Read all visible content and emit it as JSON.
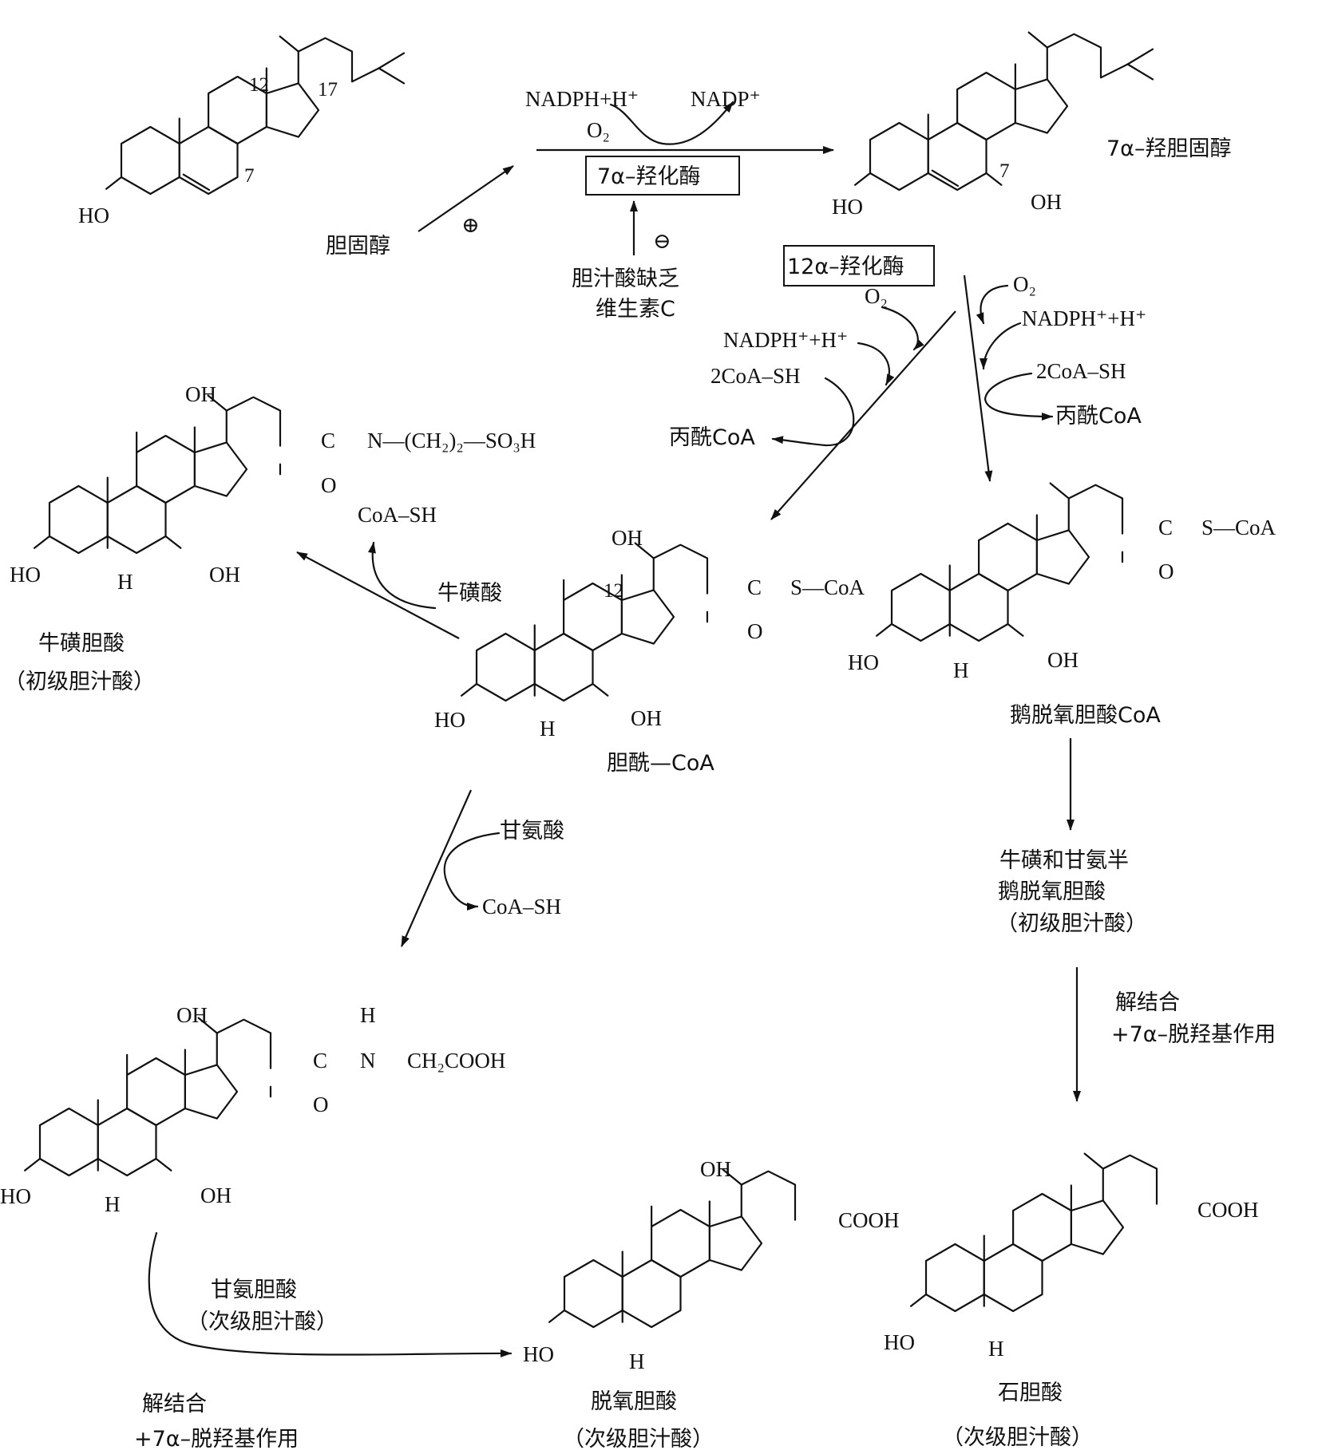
{
  "structures": {
    "cholesterol": {
      "ho": "HO",
      "c12": "12",
      "c17": "17",
      "c7": "7",
      "name": "胆固醇"
    },
    "hydroxycholesterol": {
      "ho": "HO",
      "oh": "OH",
      "c7": "7",
      "name": "7α–羟胆固醇"
    },
    "taurocholic": {
      "oh12": "OH",
      "ho3": "HO",
      "oh7": "OH",
      "h5": "H",
      "c": "C",
      "o": "O",
      "amide": "N—(CH₂)₂—SO₃H",
      "name": "牛磺胆酸",
      "class": "（初级胆汁酸）"
    },
    "cholylcoa": {
      "oh12": "OH",
      "c12": "12",
      "ho3": "HO",
      "oh7": "OH",
      "h5": "H",
      "c": "C",
      "o": "O",
      "tail": "S—CoA",
      "name": "胆酰—CoA"
    },
    "chenocoa": {
      "ho3": "HO",
      "oh7": "OH",
      "h5": "H",
      "c": "C",
      "o": "O",
      "tail": "S—CoA",
      "name": "鹅脱氧胆酸CoA"
    },
    "glycocholic": {
      "oh12": "OH",
      "ho3": "HO",
      "oh7": "OH",
      "h5": "H",
      "c": "C",
      "o": "O",
      "nh": "H",
      "n": "N",
      "tail": "CH₂COOH",
      "name": "甘氨胆酸",
      "class": "（次级胆汁酸）"
    },
    "deoxycholic": {
      "oh12": "OH",
      "ho3": "HO",
      "h5": "H",
      "cooh": "COOH",
      "name": "脱氧胆酸",
      "class": "（次级胆汁酸）"
    },
    "lithocholic": {
      "ho3": "HO",
      "h5": "H",
      "cooh": "COOH",
      "name": "石胆酸",
      "class": "（次级胆汁酸）"
    }
  },
  "reactions": {
    "step1": {
      "cofactor_in": "NADPH+H⁺",
      "cofactor_out": "NADP⁺",
      "o2": "O₂",
      "enzyme": "7α–羟化酶",
      "activator": "⊕",
      "inhibitor": "⊖",
      "inhibitor_cause_1": "胆汁酸缺乏",
      "inhibitor_cause_2": "维生素C"
    },
    "step2a": {
      "enzyme": "12α–羟化酶",
      "o2": "O₂",
      "cofactor": "NADPH⁺+H⁺",
      "coa": "2CoA–SH",
      "product": "丙酰CoA"
    },
    "step2b": {
      "o2": "O₂",
      "cofactor": "NADPH⁺+H⁺",
      "coa": "2CoA–SH",
      "product": "丙酰CoA"
    },
    "taurine": {
      "reagent": "牛磺酸",
      "release": "CoA–SH"
    },
    "glycine": {
      "reagent": "甘氨酸",
      "release": "CoA–SH"
    },
    "cheno_conj": {
      "line1": "牛磺和甘氨半",
      "line2": "鹅脱氧胆酸",
      "line3": "（初级胆汁酸）"
    },
    "deconj_right": {
      "line1": "解结合",
      "line2": "+7α–脱羟基作用"
    },
    "deconj_left": {
      "line1": "解结合",
      "line2": "+7α–脱羟基作用"
    }
  }
}
